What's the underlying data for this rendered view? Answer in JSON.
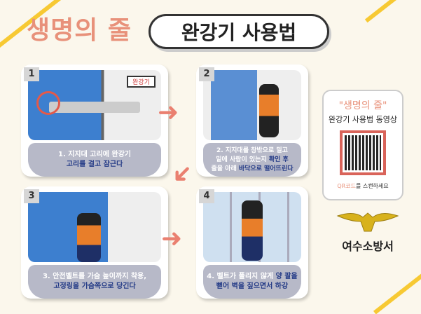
{
  "header": {
    "title": "생명의 줄",
    "subtitle": "완강기 사용법"
  },
  "steps": [
    {
      "num": "1",
      "line1": "1. 지지대 고리에 완강기",
      "line2": "고리를 걸고 잠근다",
      "sign": "완강기"
    },
    {
      "num": "2",
      "line1": "2. 지지대를 창밖으로 밀고",
      "line2a": "밑에 사람이 있는지 ",
      "line2b": "확인 후",
      "line3a": "줄을 아래 ",
      "line3b": "바닥으로 떨어뜨린다"
    },
    {
      "num": "3",
      "line1": "3. 안전벨트를 가슴 높이까지 착용,",
      "line2": "고정링을 가슴쪽으로 당긴다"
    },
    {
      "num": "4",
      "line1a": "4. 벨트가 풀리지 않게 ",
      "line1b": "양 팔을",
      "line2": "뻗어 벽을 짚으면서 하강"
    }
  ],
  "qr": {
    "title": "\"생명의 줄\"",
    "subtitle": "완강기 사용법 동영상",
    "note_accent": "QR코드",
    "note_rest": "를 스캔하세요"
  },
  "org": "여수소방서",
  "colors": {
    "accent": "#e8917a",
    "caption": "#b7b9c8",
    "highlight": "#233a86",
    "stripe": "#f7c933"
  }
}
